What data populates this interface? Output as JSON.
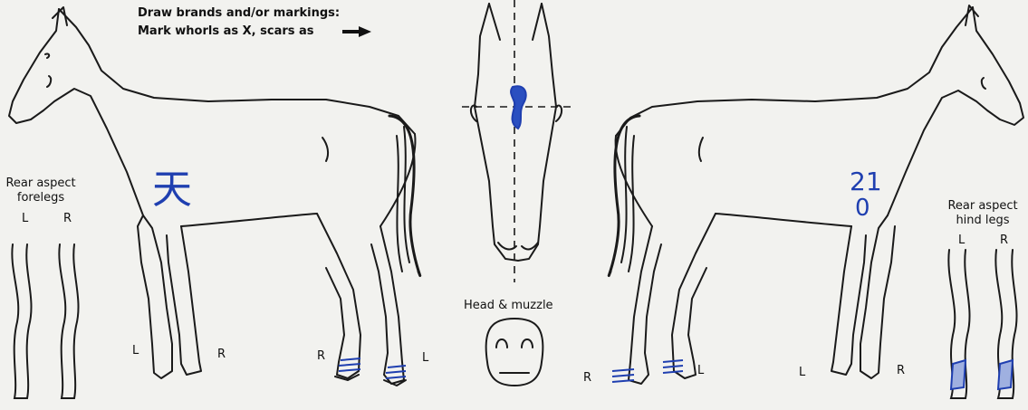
{
  "header": {
    "line1": "Draw brands and/or markings:",
    "line2": "Mark whorls as X, scars as"
  },
  "labels": {
    "rear_fore_title": "Rear aspect\nforelegs",
    "rear_fore_L": "L",
    "rear_fore_R": "R",
    "rear_hind_title": "Rear aspect\nhind legs",
    "rear_hind_L": "L",
    "rear_hind_R": "R",
    "head_muzzle": "Head & muzzle",
    "left_horse_L": "L",
    "left_horse_R_front": "R",
    "left_horse_R_hind": "R",
    "left_horse_L_hind": "L",
    "center_R": "R",
    "right_horse_L_hind": "L",
    "right_horse_L_front": "L",
    "right_horse_R_front": "R"
  },
  "handwritten": {
    "brand_left": "天",
    "brand_right_top": "21",
    "brand_right_bottom": "0"
  },
  "colors": {
    "ink": "#1f3fb0",
    "line": "#1a1a1a",
    "paper": "#f2f2ef"
  }
}
